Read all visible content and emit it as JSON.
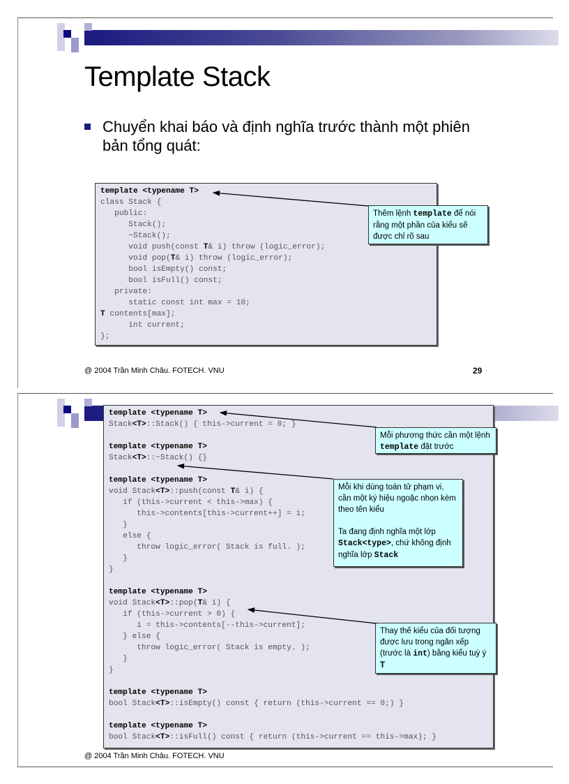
{
  "slide1": {
    "title": "Template Stack",
    "bullet": "Chuyển khai báo và định nghĩa trước thành một phiên bản tổng quát:",
    "code": [
      [
        {
          "t": "template <typename T>",
          "b": true
        }
      ],
      [
        {
          "t": "class Stack {"
        }
      ],
      [
        {
          "t": "   public:"
        }
      ],
      [
        {
          "t": "      Stack();"
        }
      ],
      [
        {
          "t": "      ~Stack();"
        }
      ],
      [
        {
          "t": "      void push(const "
        },
        {
          "t": "T",
          "b": true
        },
        {
          "t": "& i) throw (logic_error);"
        }
      ],
      [
        {
          "t": "      void pop("
        },
        {
          "t": "T",
          "b": true
        },
        {
          "t": "& i) throw (logic_error);"
        }
      ],
      [
        {
          "t": "      bool isEmpty() const;"
        }
      ],
      [
        {
          "t": "      bool isFull() const;"
        }
      ],
      [
        {
          "t": "   private:"
        }
      ],
      [
        {
          "t": "      static const int max = 10;"
        }
      ],
      [
        {
          "t": "T",
          "b": true
        },
        {
          "t": " contents[max];"
        }
      ],
      [
        {
          "t": "      int current;"
        }
      ],
      [
        {
          "t": "};"
        }
      ]
    ],
    "callout": {
      "pre": "Thêm lệnh ",
      "kw": "template",
      "post": " để nói rằng một phần của kiểu sẽ được chỉ rõ sau"
    },
    "footer": "@ 2004 Trần Minh Châu. FOTECH. VNU",
    "page_number": "29"
  },
  "slide2": {
    "code": [
      [
        {
          "t": "template <typename T>",
          "b": true
        }
      ],
      [
        {
          "t": "Stack"
        },
        {
          "t": "<T>",
          "b": true
        },
        {
          "t": "::Stack() { this->current = 0; }"
        }
      ],
      [
        {
          "t": ""
        }
      ],
      [
        {
          "t": "template <typename T>",
          "b": true
        }
      ],
      [
        {
          "t": "Stack"
        },
        {
          "t": "<T>",
          "b": true
        },
        {
          "t": "::~Stack() {}"
        }
      ],
      [
        {
          "t": ""
        }
      ],
      [
        {
          "t": "template <typename T>",
          "b": true
        }
      ],
      [
        {
          "t": "void Stack"
        },
        {
          "t": "<T>",
          "b": true
        },
        {
          "t": "::push(const "
        },
        {
          "t": "T",
          "b": true
        },
        {
          "t": "& i) {"
        }
      ],
      [
        {
          "t": "   if (this->current < this->max) {"
        }
      ],
      [
        {
          "t": "      this->contents[this->current++] = i;"
        }
      ],
      [
        {
          "t": "   }"
        }
      ],
      [
        {
          "t": "   else {"
        }
      ],
      [
        {
          "t": "      throw logic_error( Stack is full. );"
        }
      ],
      [
        {
          "t": "   }"
        }
      ],
      [
        {
          "t": "}"
        }
      ],
      [
        {
          "t": ""
        }
      ],
      [
        {
          "t": "template <typename T>",
          "b": true
        }
      ],
      [
        {
          "t": "void Stack"
        },
        {
          "t": "<T>",
          "b": true
        },
        {
          "t": "::pop("
        },
        {
          "t": "T",
          "b": true
        },
        {
          "t": "& i) {"
        }
      ],
      [
        {
          "t": "   if (this->current > 0) {"
        }
      ],
      [
        {
          "t": "      i = this->contents[--this->current];"
        }
      ],
      [
        {
          "t": "   } else {"
        }
      ],
      [
        {
          "t": "      throw logic_error( Stack is empty. );"
        }
      ],
      [
        {
          "t": "   }"
        }
      ],
      [
        {
          "t": "}"
        }
      ],
      [
        {
          "t": ""
        }
      ],
      [
        {
          "t": "template <typename T>",
          "b": true
        }
      ],
      [
        {
          "t": "bool Stack"
        },
        {
          "t": "<T>",
          "b": true
        },
        {
          "t": "::isEmpty() const { return (this->current == 0;) }"
        }
      ],
      [
        {
          "t": ""
        }
      ],
      [
        {
          "t": "template <typename T>",
          "b": true
        }
      ],
      [
        {
          "t": "bool Stack"
        },
        {
          "t": "<T>",
          "b": true
        },
        {
          "t": "::isFull() const { return (this->current == this->max); }"
        }
      ]
    ],
    "callout1": {
      "pre": "Mỗi phương thức cần một lệnh ",
      "kw": "template",
      "post": " đặt trước"
    },
    "callout2": {
      "p1": "Mỗi khi dùng toán tử phạm vi, cần một ký hiệu ngoặc nhọn kèm theo tên kiểu",
      "p2a": "Ta đang định nghĩa một lớp ",
      "kw1": "Stack<type>",
      "p2b": ", chứ không định nghĩa lớp ",
      "kw2": "Stack"
    },
    "callout3": {
      "pre": "Thay thế kiểu của đối tượng được lưu trong ngăn xếp (trước là ",
      "kw": "int",
      "mid": ") bằng kiểu tuỳ ý ",
      "kw2": "T"
    },
    "footer": "@ 2004 Trần Minh Châu. FOTECH. VNU"
  }
}
